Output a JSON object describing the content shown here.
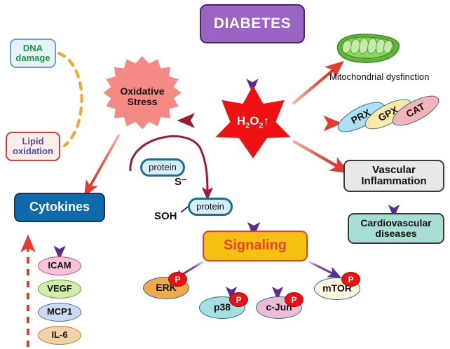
{
  "diagram": {
    "title_node": {
      "label": "DIABETES",
      "color": "#9b63c4"
    },
    "center_node": {
      "formula_main": "H",
      "formula_sub1": "2",
      "formula_mid": "O",
      "formula_sub2": "2",
      "arrow": "↑",
      "color": "#ee1111"
    },
    "oxidative_stress": {
      "line1": "Oxidative",
      "line2": "Stress",
      "color": "#f58a84"
    },
    "left_effects": [
      {
        "line1": "DNA",
        "line2": "damage",
        "text_color": "#1a9c45",
        "border_color": "#6f9fd0"
      },
      {
        "line1": "Lipid",
        "line2": "oxidation",
        "text_color": "#4c4ca8",
        "border_color": "#e03c31"
      }
    ],
    "cytokines": {
      "label": "Cytokines",
      "color": "#0e6aab"
    },
    "cytokine_markers": [
      {
        "label": "ICAM",
        "color": "#f6c3d8"
      },
      {
        "label": "VEGF",
        "color": "#d2edaa"
      },
      {
        "label": "MCP1",
        "color": "#cdd9f0"
      },
      {
        "label": "IL-6",
        "color": "#f3d2a8"
      }
    ],
    "proteins": [
      {
        "label": "protein",
        "tag": "S⁻"
      },
      {
        "label": "protein",
        "tag": "SOH"
      }
    ],
    "signaling": {
      "label": "Signaling",
      "fill": "#f6c013",
      "text_color": "#e8461e"
    },
    "kinases": [
      {
        "label": "ERK",
        "phospho": "P",
        "color": "#f2a94b"
      },
      {
        "label": "p38",
        "phospho": "P",
        "color": "#a6dfe2"
      },
      {
        "label": "c-Jun",
        "phospho": "P",
        "color": "#efbcd5"
      },
      {
        "label": "mTOR",
        "phospho": "P",
        "color": "#fdf4dd"
      }
    ],
    "mitochondria": {
      "label": "Mitochondrial dysfinction",
      "color": "#5aa831"
    },
    "antioxidant_enzymes": [
      {
        "label": "PRX",
        "color": "#aee0ef"
      },
      {
        "label": "GPX",
        "color": "#fbe9a7"
      },
      {
        "label": "CAT",
        "color": "#f6b3b8"
      }
    ],
    "vascular": {
      "line1": "Vascular",
      "line2": "Inflammation",
      "color": "#e8e8e8"
    },
    "cardiovascular": {
      "line1": "Cardiovascular",
      "line2": "diseases",
      "color": "#a8ddd4"
    },
    "edge_colors": {
      "purple_arrow": "#5b2d91",
      "red_arrow": "#e03c31",
      "dark_red_arrow": "#9e1b32",
      "orange_dashed": "#f0a830",
      "red_dashed": "#e03c31"
    }
  }
}
